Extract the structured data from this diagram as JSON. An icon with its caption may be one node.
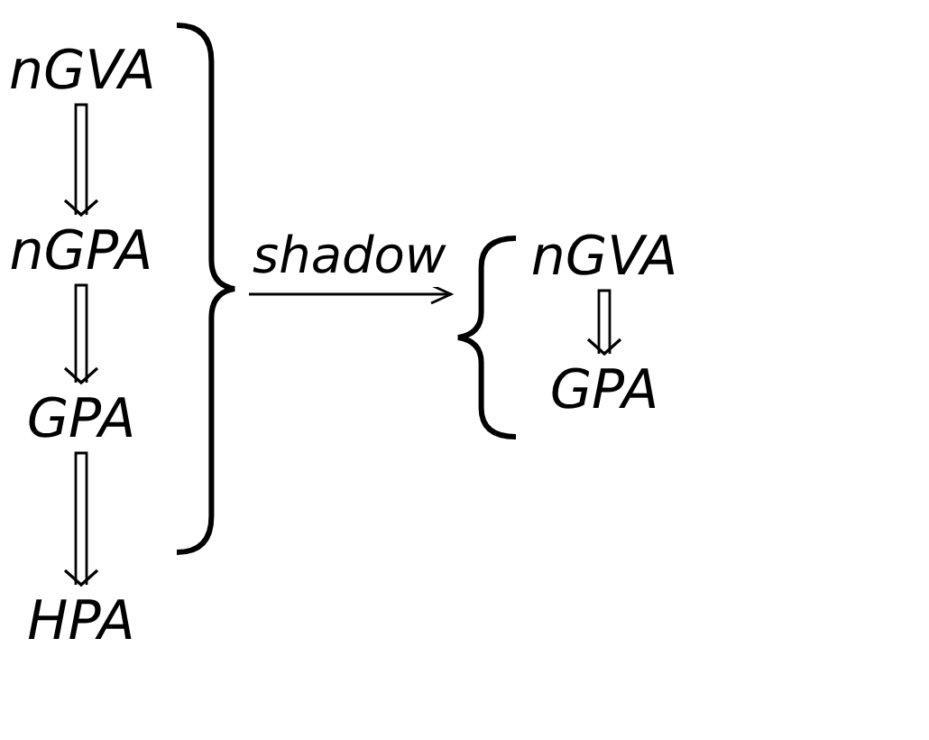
{
  "diagram": {
    "nodes": [
      {
        "text": [
          "nGVA"
        ]
      },
      {
        "text": [
          "nGPA"
        ]
      },
      {
        "text": [
          "GPA"
        ]
      },
      {
        "text": [
          "HPA"
        ]
      },
      {
        "text": [],
        "shape": "bracket"
      },
      {
        "text": [],
        "shape": "bracket"
      },
      {
        "text": [
          "nGVA"
        ]
      },
      {
        "text": [
          "GPA"
        ]
      }
    ],
    "edges": [
      {
        "from": 0,
        "to": 1,
        "arrow": "to"
      },
      {
        "from": 1,
        "to": 2,
        "arrow": "to"
      },
      {
        "from": 2,
        "to": 3,
        "arrow": "to"
      },
      {
        "from": 4,
        "to": 5,
        "label": "shadow",
        "arrow": "to"
      },
      {
        "from": 6,
        "to": 7,
        "arrow": "to"
      }
    ]
  }
}
